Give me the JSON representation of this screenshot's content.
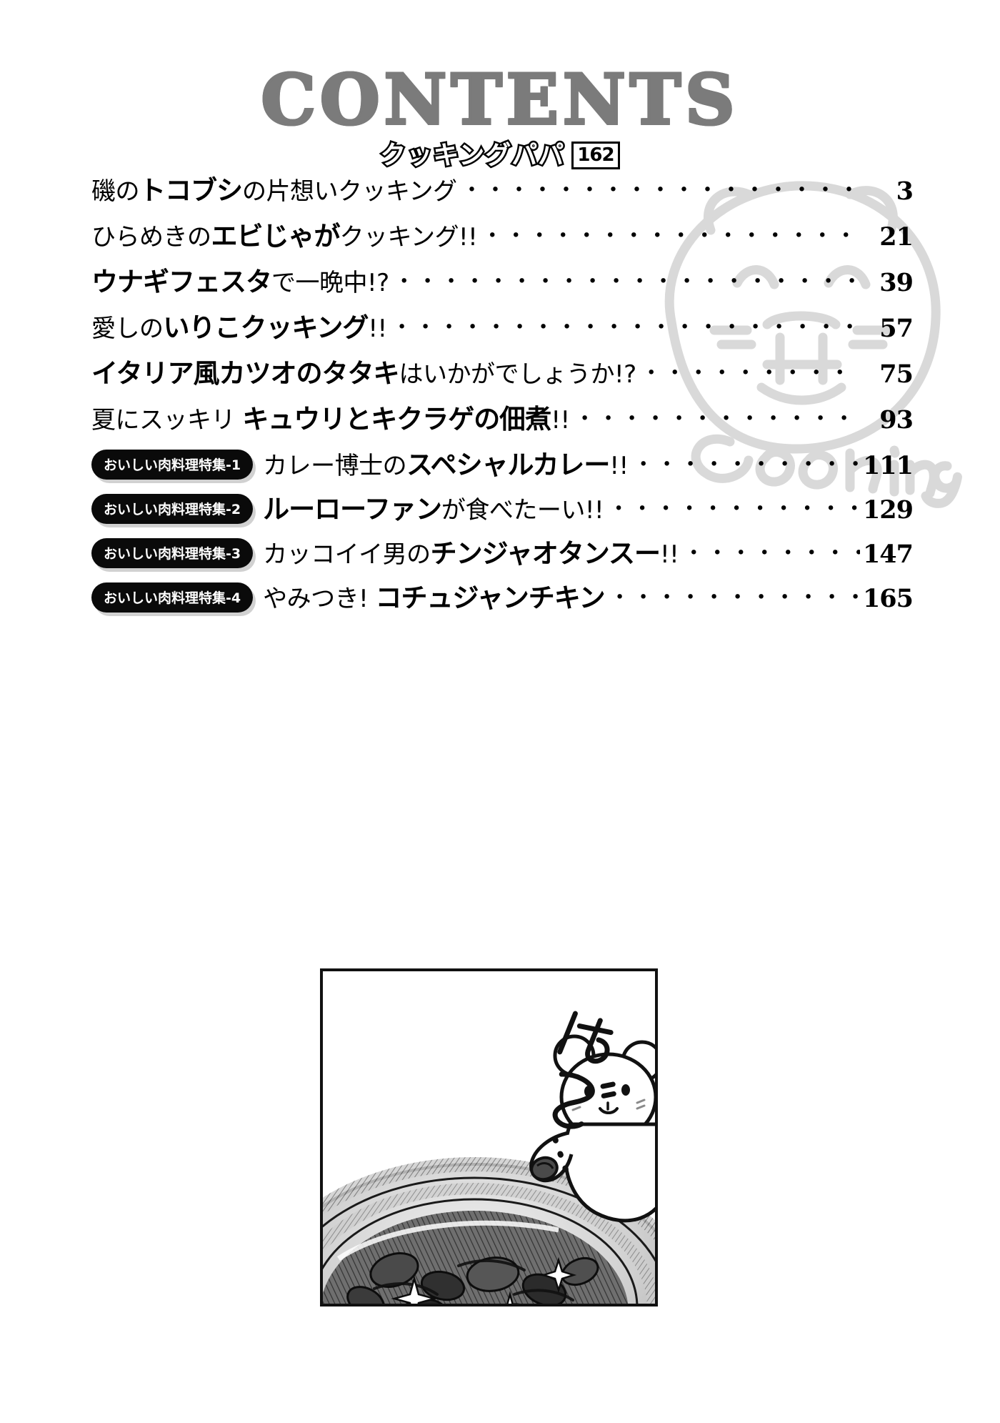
{
  "header": {
    "title": "CONTENTS",
    "series_title": "クッキングパパ",
    "volume_badge": "162",
    "title_color": "#7b7b7b"
  },
  "watermark": {
    "text": "Cooking",
    "color": "#d8d8d8"
  },
  "toc": {
    "leader_dots": "・・・・・・・・・・・・・・・・・・・・・・・・・・・・・・・・・・・・・・・・・・・・・・・・・・・・・・・・・・・・・・・・",
    "entries": [
      {
        "badge": null,
        "prefix": "磯の",
        "emphasis": "トコブシ",
        "suffix": "の片想いクッキング",
        "full_label": "磯のトコブシの片想いクッキング",
        "page": "3"
      },
      {
        "badge": null,
        "prefix": "ひらめきの",
        "emphasis": "エビじゃが",
        "suffix": "クッキング!!",
        "full_label": "ひらめきのエビじゃがクッキング!!",
        "page": "21"
      },
      {
        "badge": null,
        "prefix": "",
        "emphasis": "ウナギフェスタ",
        "suffix": "で一晩中!?",
        "full_label": "ウナギフェスタで一晩中!?",
        "page": "39"
      },
      {
        "badge": null,
        "prefix": "愛しの",
        "emphasis": "いりこクッキング",
        "suffix": "!!",
        "full_label": "愛しのいりこクッキング!!",
        "page": "57"
      },
      {
        "badge": null,
        "prefix": "",
        "emphasis": "イタリア風カツオのタタキ",
        "suffix": "はいかがでしょうか!?",
        "full_label": "イタリア風カツオのタタキはいかがでしょうか!?",
        "page": "75"
      },
      {
        "badge": null,
        "prefix": "夏にスッキリ ",
        "emphasis": "キュウリとキクラゲの佃煮",
        "suffix": "!!",
        "full_label": "夏にスッキリ キュウリとキクラゲの佃煮!!",
        "page": "93"
      },
      {
        "badge": "おいしい肉料理特集-1",
        "prefix": "カレー博士の",
        "emphasis": "スペシャルカレー",
        "suffix": "!!",
        "full_label": "カレー博士のスペシャルカレー!!",
        "page": "111"
      },
      {
        "badge": "おいしい肉料理特集-2",
        "prefix": "",
        "emphasis": "ルーローファン",
        "suffix": "が食べたーい!!",
        "full_label": "ルーローファンが食べたーい!!",
        "page": "129"
      },
      {
        "badge": "おいしい肉料理特集-3",
        "prefix": "カッコイイ男の",
        "emphasis": "チンジャオタンスー",
        "suffix": "!!",
        "full_label": "カッコイイ男のチンジャオタンスー!!",
        "page": "147"
      },
      {
        "badge": "おいしい肉料理特集-4",
        "prefix": "やみつき! ",
        "emphasis": "コチュジャンチキン",
        "suffix": "",
        "full_label": "やみつき! コチュジャンチキン",
        "page": "165"
      }
    ]
  },
  "panel": {
    "sfx": "はぐ…",
    "description": "bear mascot eating from a large plate of stir-fried food"
  }
}
